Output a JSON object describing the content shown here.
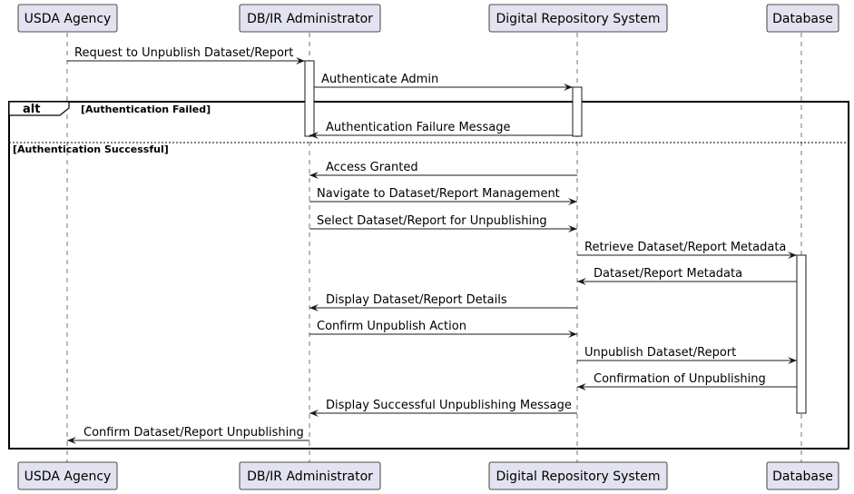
{
  "participants": [
    {
      "id": "usda",
      "label": "USDA Agency"
    },
    {
      "id": "admin",
      "label": "DB/IR Administrator"
    },
    {
      "id": "drs",
      "label": "Digital Repository System"
    },
    {
      "id": "db",
      "label": "Database"
    }
  ],
  "messages": [
    {
      "from": "usda",
      "to": "admin",
      "label": "Request to Unpublish Dataset/Report"
    },
    {
      "from": "admin",
      "to": "drs",
      "label": "Authenticate Admin"
    },
    {
      "from": "drs",
      "to": "admin",
      "label": "Authentication Failure Message"
    },
    {
      "from": "drs",
      "to": "admin",
      "label": "Access Granted"
    },
    {
      "from": "admin",
      "to": "drs",
      "label": "Navigate to Dataset/Report Management"
    },
    {
      "from": "admin",
      "to": "drs",
      "label": "Select Dataset/Report for Unpublishing"
    },
    {
      "from": "drs",
      "to": "db",
      "label": "Retrieve Dataset/Report Metadata"
    },
    {
      "from": "db",
      "to": "drs",
      "label": "Dataset/Report Metadata"
    },
    {
      "from": "drs",
      "to": "admin",
      "label": "Display Dataset/Report Details"
    },
    {
      "from": "admin",
      "to": "drs",
      "label": "Confirm Unpublish Action"
    },
    {
      "from": "drs",
      "to": "db",
      "label": "Unpublish Dataset/Report"
    },
    {
      "from": "db",
      "to": "drs",
      "label": "Confirmation of Unpublishing"
    },
    {
      "from": "drs",
      "to": "admin",
      "label": "Display Successful Unpublishing Message"
    },
    {
      "from": "admin",
      "to": "usda",
      "label": "Confirm Dataset/Report Unpublishing"
    }
  ],
  "alt_frame": {
    "keyword": "alt",
    "guard_1": "[Authentication Failed]",
    "guard_2": "[Authentication Successful]"
  }
}
